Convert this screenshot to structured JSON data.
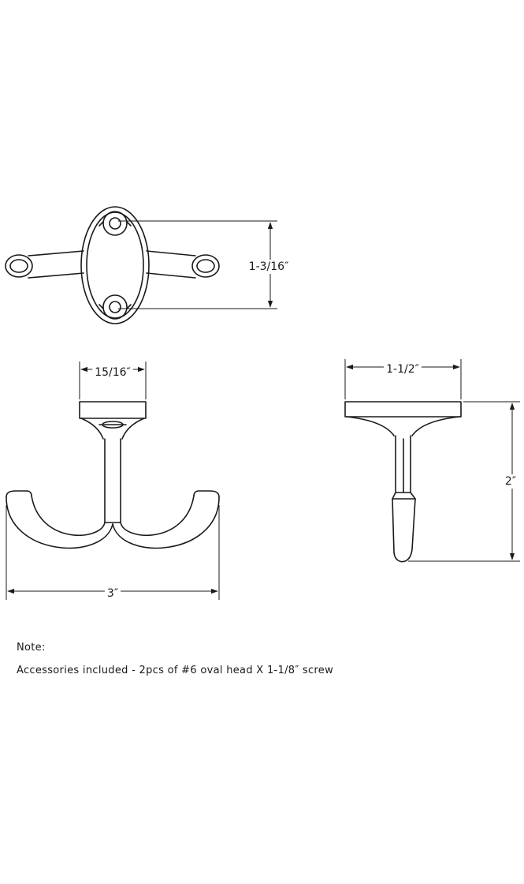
{
  "dimensions": {
    "top_height": "1-3/16″",
    "base_width": "15/16″",
    "overall_width": "3″",
    "side_depth": "1-1/2″",
    "side_height": "2″"
  },
  "note": {
    "title": "Note:",
    "body": "Accessories included - 2pcs of #6 oval head X 1-1/8″ screw"
  }
}
